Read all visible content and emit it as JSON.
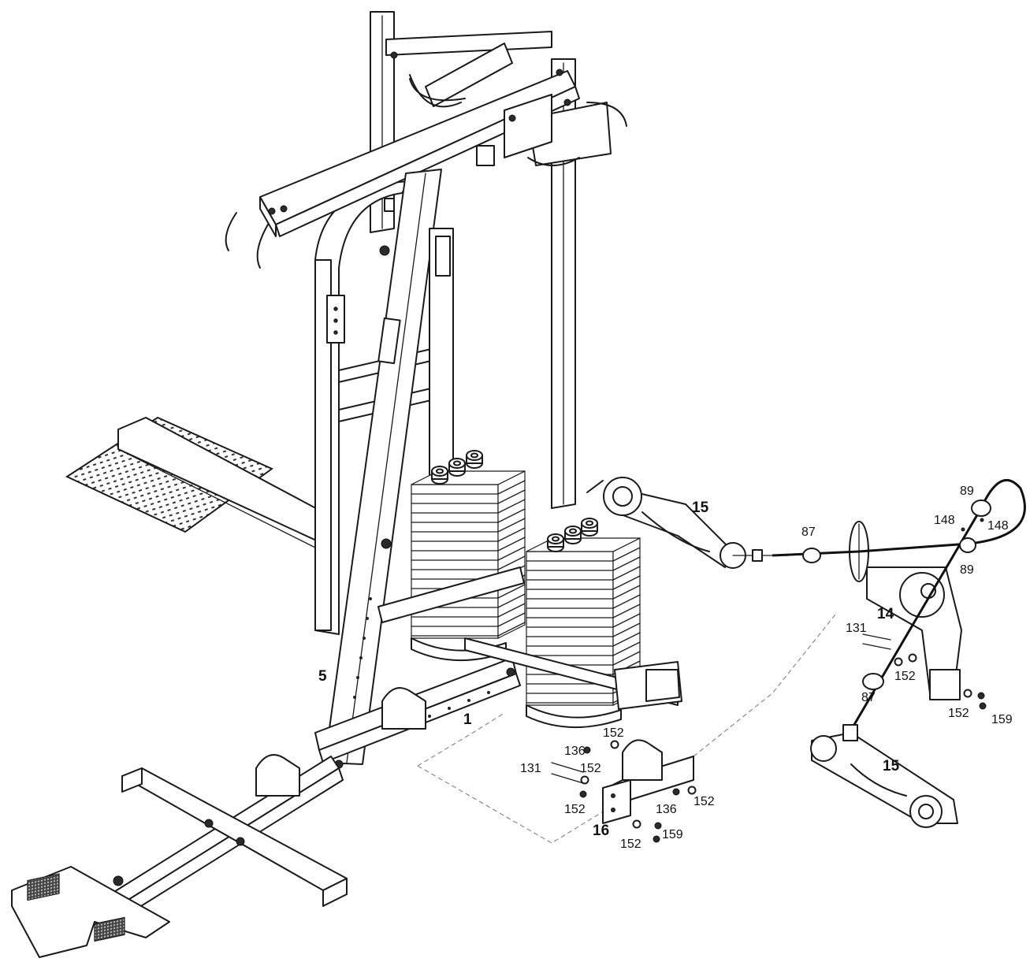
{
  "diagram": {
    "part_labels": {
      "p1": "1",
      "p5": "5",
      "p14": "14",
      "p15a": "15",
      "p15b": "15",
      "p16": "16"
    },
    "hardware_labels": {
      "h87a": "87",
      "h87b": "87",
      "h89a": "89",
      "h89b": "89",
      "h148a": "148",
      "h148b": "148",
      "h131a": "131",
      "h131b": "131",
      "h136a": "136",
      "h136b": "136",
      "h152a": "152",
      "h152b": "152",
      "h152c": "152",
      "h152d": "152",
      "h152e": "152",
      "h152f": "152",
      "h159a": "159",
      "h159b": "159"
    }
  }
}
